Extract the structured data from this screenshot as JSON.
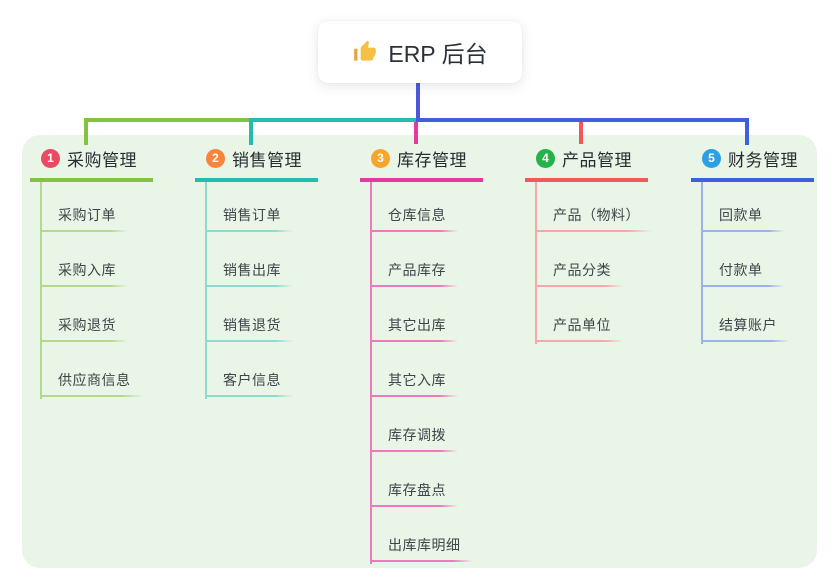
{
  "root": {
    "title": "ERP 后台",
    "icon": "thumbs-up"
  },
  "branches": [
    {
      "badge": "1",
      "label": "采购管理",
      "badge_color": "#e94b62",
      "line_color": "#83c341",
      "child_line_color": "#b3d98f",
      "children": [
        "采购订单",
        "采购入库",
        "采购退货",
        "供应商信息"
      ]
    },
    {
      "badge": "2",
      "label": "销售管理",
      "badge_color": "#f7853e",
      "line_color": "#23bcae",
      "child_line_color": "#8fd9d0",
      "children": [
        "销售订单",
        "销售出库",
        "销售退货",
        "客户信息"
      ]
    },
    {
      "badge": "3",
      "label": "库存管理",
      "badge_color": "#f8a62a",
      "line_color": "#e6399d",
      "child_line_color": "#f078bd",
      "children": [
        "仓库信息",
        "产品库存",
        "其它出库",
        "其它入库",
        "库存调拨",
        "库存盘点",
        "出库库明细"
      ]
    },
    {
      "badge": "4",
      "label": "产品管理",
      "badge_color": "#25b24b",
      "line_color": "#f1585c",
      "child_line_color": "#f8a8aa",
      "children": [
        "产品（物料）",
        "产品分类",
        "产品单位"
      ]
    },
    {
      "badge": "5",
      "label": "财务管理",
      "badge_color": "#2d9fe3",
      "line_color": "#3e60dc",
      "child_line_color": "#9db1ea",
      "children": [
        "回款单",
        "付款单",
        "结算账户"
      ]
    }
  ],
  "colors": {
    "canvas_bg": "#ffffff",
    "panel_bg": "#e9f5e6",
    "root_line": "#4d58d5",
    "root_text": "#2b3139",
    "topic_text": "#272c33",
    "child_text": "#3f444a",
    "thumb_yellow": "#f6c143"
  }
}
